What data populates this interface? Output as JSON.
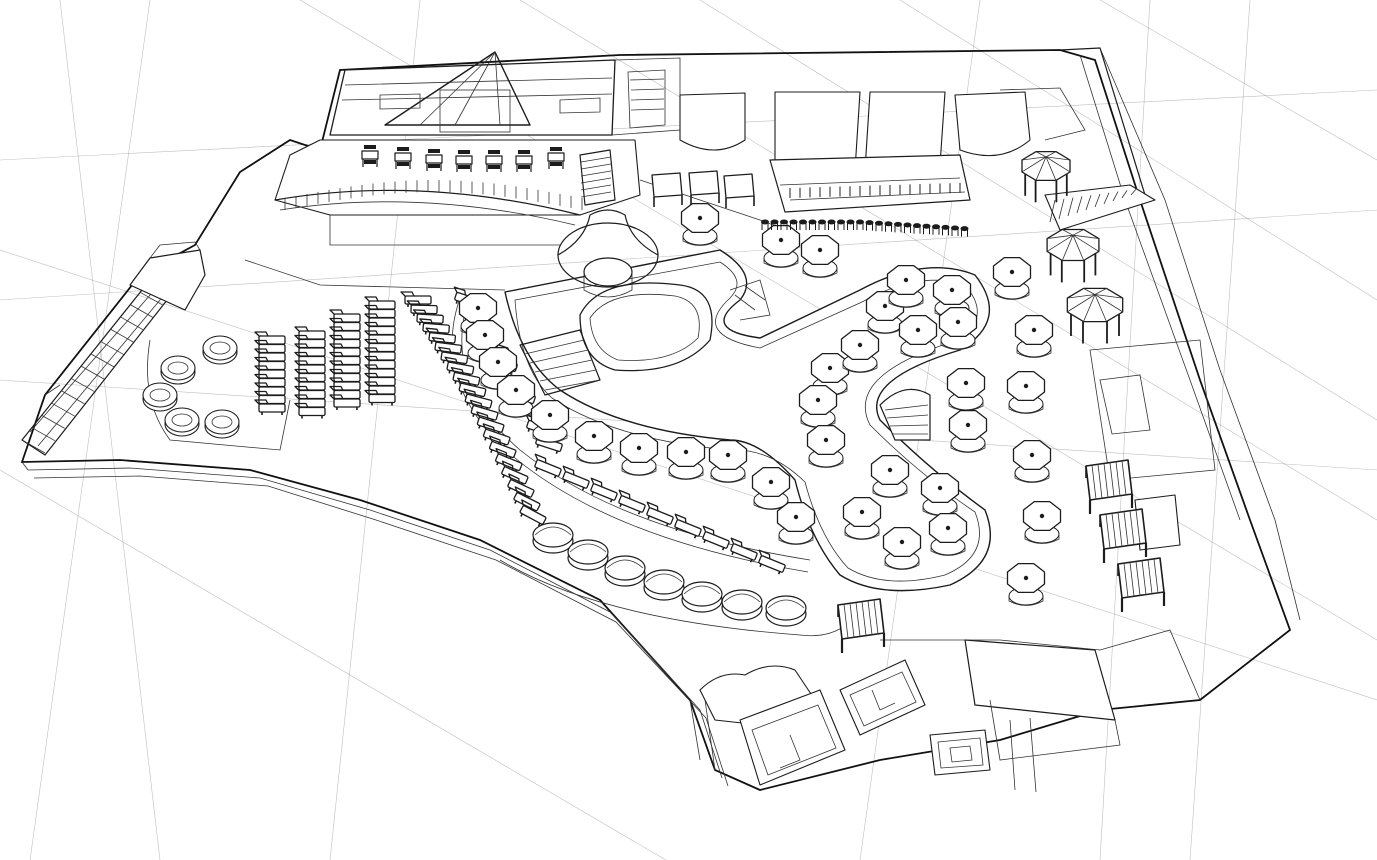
{
  "drawing": {
    "style": "architectural pencil sketch, axonometric site plan",
    "ink_color": "#1c1c1c",
    "paper_color": "#ffffff"
  },
  "features": {
    "umbrella_tables": 44,
    "sun_loungers": 70,
    "round_daybeds": 13,
    "cabanas": 4,
    "gazebos": 3,
    "dining_tables": 7,
    "stools": 22,
    "lounge_sofas": 3
  },
  "icons": {
    "umbrella": "octagon-umbrella-icon",
    "lounger": "lounger-icon",
    "daybed": "round-daybed-icon",
    "cabana": "cabana-icon",
    "gazebo": "gazebo-icon"
  }
}
